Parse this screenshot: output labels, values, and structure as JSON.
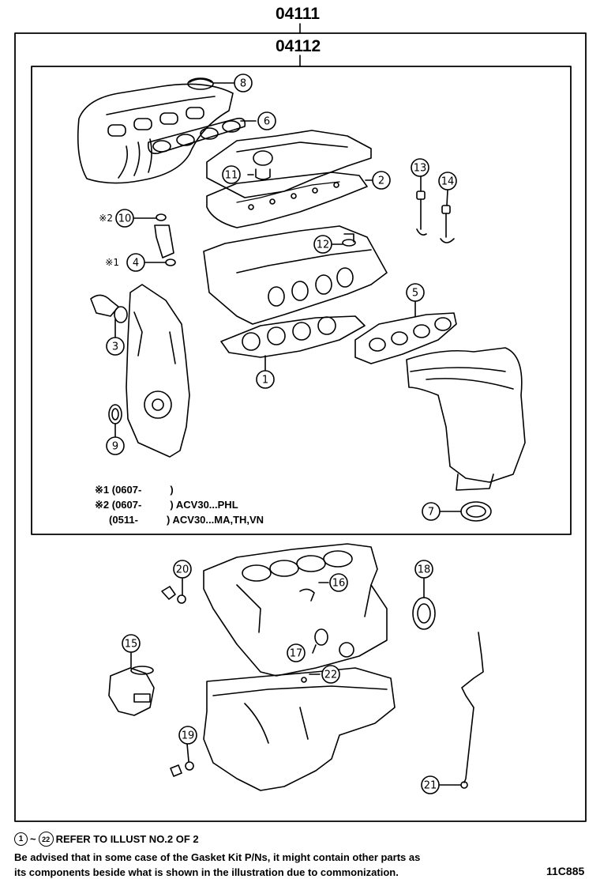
{
  "header": {
    "outer_code": "04111",
    "inner_code": "04112"
  },
  "callouts": {
    "c1": "1",
    "c2": "2",
    "c3": "3",
    "c4": "4",
    "c5": "5",
    "c6": "6",
    "c7": "7",
    "c8": "8",
    "c9": "9",
    "c10": "10",
    "c11": "11",
    "c12": "12",
    "c13": "13",
    "c14": "14",
    "c15": "15",
    "c16": "16",
    "c17": "17",
    "c18": "18",
    "c19": "19",
    "c20": "20",
    "c21": "21",
    "c22": "22"
  },
  "marks": {
    "m1": "※1",
    "m2": "※2"
  },
  "notes": {
    "line1": "※1 (0607-          )",
    "line2": "※2 (0607-          ) ACV30...PHL",
    "line3": "     (0511-          ) ACV30...MA,TH,VN"
  },
  "footer": {
    "range_start": "1",
    "range_sep": "~",
    "range_end": "22",
    "refer_text": "REFER TO ILLUST NO.2 OF 2",
    "advice_line1": "Be advised that in some case of the Gasket Kit P/Ns,  it might contain other parts as",
    "advice_line2": "its components beside what is shown in the illustration due to commonization.",
    "figure_id": "11C885"
  }
}
